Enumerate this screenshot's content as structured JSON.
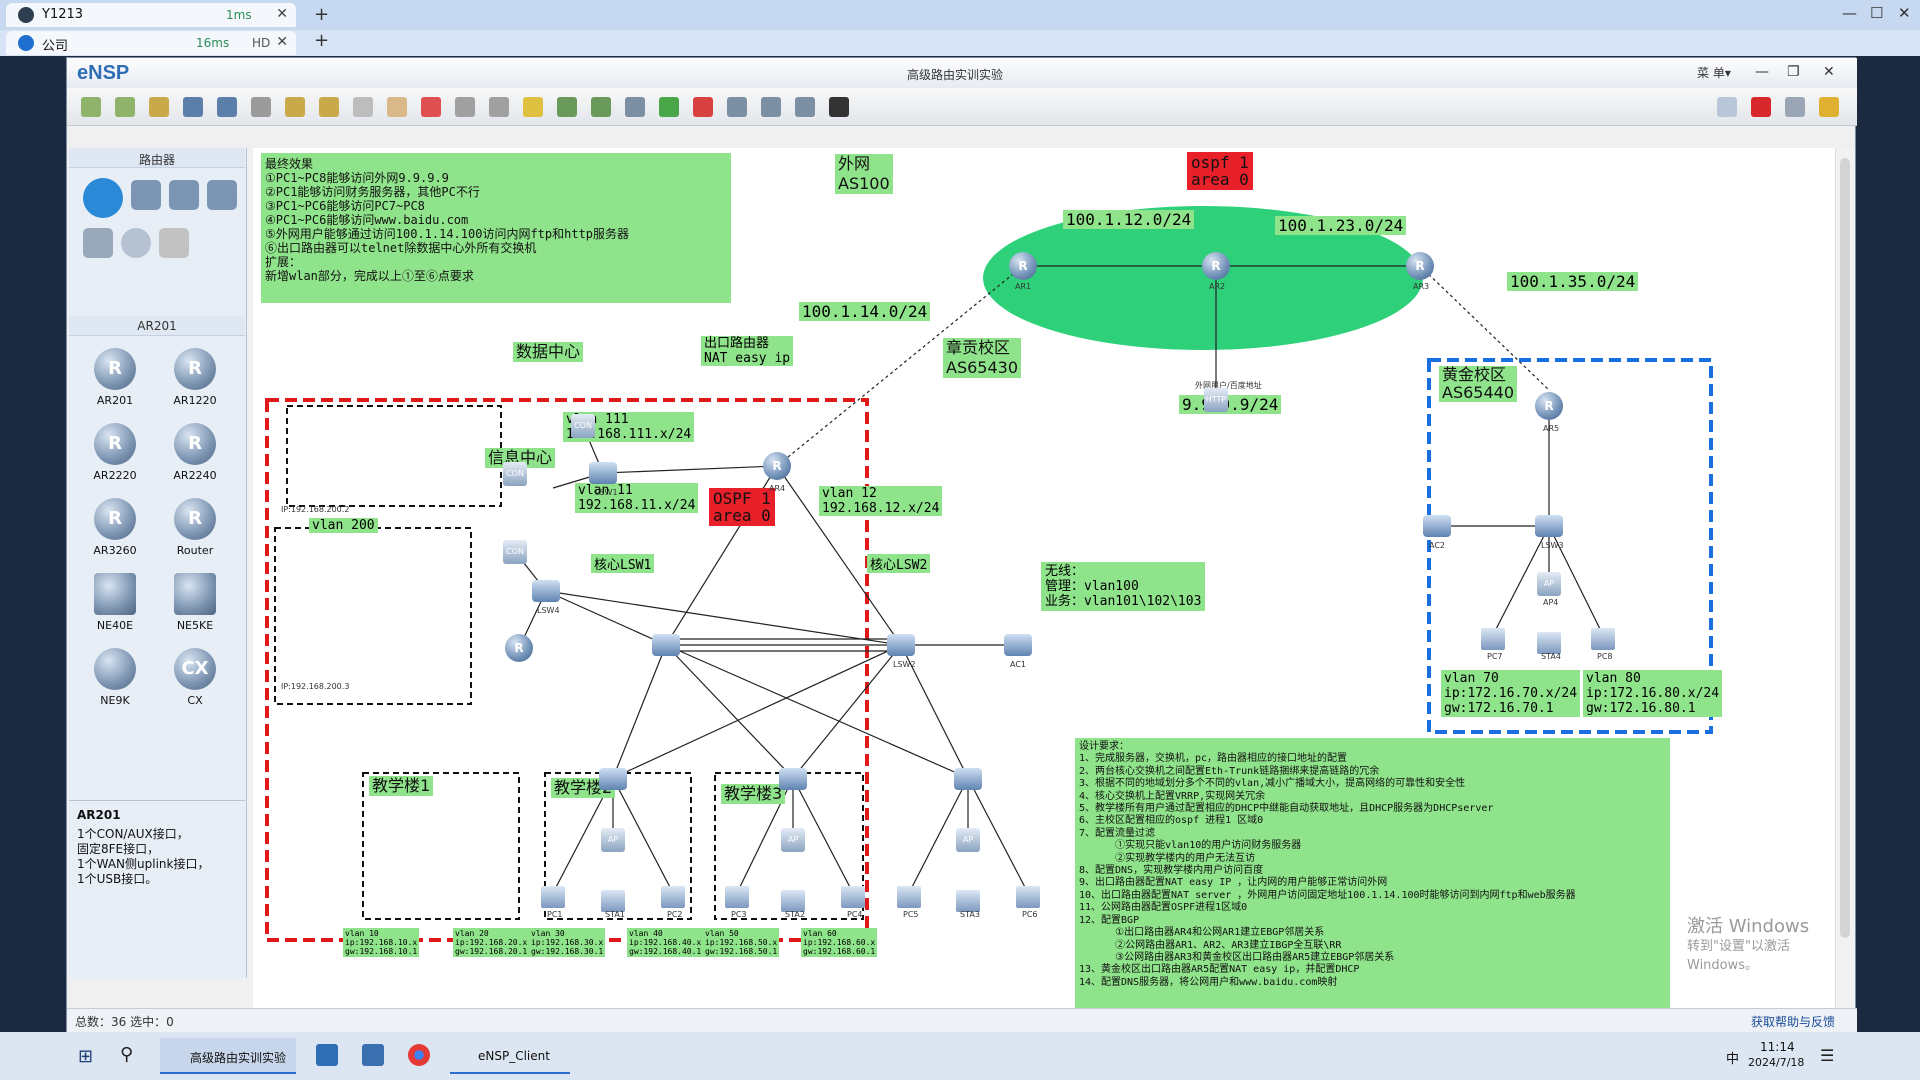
{
  "browser": {
    "tab1": {
      "title": "Y1213",
      "latency": "1ms"
    },
    "tab2": {
      "title": "公司",
      "latency": "16ms",
      "badge": "HD"
    },
    "new_tab": "+"
  },
  "app": {
    "name": "eNSP",
    "window_title": "高级路由实训实验",
    "menu_label": "菜 单▾"
  },
  "left_panel": {
    "category_header": "路由器",
    "device_header": "AR201",
    "devices": [
      "AR201",
      "AR1220",
      "AR2220",
      "AR2240",
      "AR3260",
      "Router",
      "NE40E",
      "NE5KE",
      "NE9K",
      "CX"
    ],
    "info_title": "AR201",
    "info_text": "1个CON/AUX接口，\n固定8FE接口，\n1个WAN侧uplink接口，\n1个USB接口。"
  },
  "canvas": {
    "requirements_note": "最终效果\n①PC1~PC8能够访问外网9.9.9.9\n②PC1能够访问财务服务器，其他PC不行\n③PC1~PC6能够访问PC7~PC8\n④PC1~PC6能够访问www.baidu.com\n⑤外网用户能够通过访问100.1.14.100访问内网ftp和http服务器\n⑥出口路由器可以telnet除数据中心外所有交换机\n扩展：\n新增wlan部分，完成以上①至⑥点要求",
    "external": {
      "zone": "外网\nAS100",
      "ospf": "ospf 1\narea 0",
      "net_12": "100.1.12.0/24",
      "net_23": "100.1.23.0/24",
      "net_35": "100.1.35.0/24",
      "net_14": "100.1.14.0/24",
      "dns_ip": "9.9.9.9/24",
      "ext_user": "外网用户/百度地址"
    },
    "campus_main": {
      "zone": "章贡校区\nAS65430",
      "datacenter": "数据中心",
      "exit_router": "出口路由器\nNAT easy ip",
      "vlan111": "vlan 111\n192.168.111.x/24",
      "infocenter": "信息中心",
      "vlan200": "vlan 200",
      "vlan11": "vlan 11\n192.168.11.x/24",
      "ospf": "OSPF 1\narea 0",
      "vlan12": "vlan 12\n192.168.12.x/24",
      "core1": "核心LSW1",
      "core2": "核心LSW2",
      "wireless": "无线：\n管理：vlan100\n业务：vlan101\\102\\103",
      "dns_server_ip": "IP:192.168.200.2",
      "dhcp_server_ip": "IP:192.168.200.3",
      "building1": "教学楼1",
      "building2": "教学楼2",
      "building3": "教学楼3"
    },
    "campus_gold": {
      "zone": "黄金校区\nAS65440",
      "vlan70": "vlan 70\nip:172.16.70.x/24\ngw:172.16.70.1",
      "vlan80": "vlan 80\nip:172.16.80.x/24\ngw:172.16.80.1"
    },
    "pc_vlans": [
      "vlan 10\nip:192.168.10.x\ngw:192.168.10.1",
      "vlan 20\nip:192.168.20.x\ngw:192.168.20.1",
      "vlan 30\nip:192.168.30.x\ngw:192.168.30.1",
      "vlan 40\nip:192.168.40.x\ngw:192.168.40.1",
      "vlan 50\nip:192.168.50.x\ngw:192.168.50.1",
      "vlan 60\nip:192.168.60.x\ngw:192.168.60.1"
    ],
    "design_note": "设计要求：\n1、完成服务器，交换机，pc，路由器相应的接口地址的配置\n2、两台核心交换机之间配置Eth-Trunk链路捆绑来提高链路的冗余\n3、根据不同的地域划分多个不同的vlan,减小广播域大小，提高网络的可靠性和安全性\n4、核心交换机上配置VRRP,实现网关冗余\n5、教学楼所有用户通过配置相应的DHCP中继能自动获取地址，且DHCP服务器为DHCPserver\n6、主校区配置相应的ospf 进程1 区域0\n7、配置流量过滤\n      ①实现只能vlan10的用户访问财务服务器\n      ②实现教学楼内的用户无法互访\n8、配置DNS，实现教学楼内用户访问百度\n9、出口路由器配置NAT easy IP ，让内网的用户能够正常访问外网\n10、出口路由器配置NAT server ，外网用户访问固定地址100.1.14.100时能够访问到内网ftp和web服务器\n11、公网路由器配置OSPF进程1区域0\n12、配置BGP\n      ①出口路由器AR4和公网AR1建立EBGP邻居关系\n      ②公网路由器AR1、AR2、AR3建立IBGP全互联\\RR\n      ③公网路由器AR3和黄金校区出口路由器AR5建立EBGP邻居关系\n13、黄金校区出口路由器AR5配置NAT easy ip，并配置DHCP\n14、配置DNS服务器，将公网用户和www.baidu.com映射",
    "watermark_1": "激活 Windows",
    "watermark_2": "转到\"设置\"以激活 Windows。",
    "device_labels": [
      "AR1",
      "AR2",
      "AR3",
      "AR4",
      "AR5",
      "LSW1",
      "LSW4",
      "LSW2",
      "AC1",
      "AC2",
      "LSW3",
      "AP4",
      "PC7",
      "STA4",
      "PC8",
      "PC1",
      "STA1",
      "PC2",
      "PC3",
      "STA2",
      "PC4",
      "PC5",
      "STA3",
      "PC6"
    ]
  },
  "status": {
    "summary": "总数：36 选中：0",
    "help": "获取帮助与反馈"
  },
  "taskbar": {
    "item1": "高级路由实训实验",
    "item2": "eNSP_Client",
    "time": "11:14",
    "date": "2024/7/18",
    "ime": "中"
  }
}
